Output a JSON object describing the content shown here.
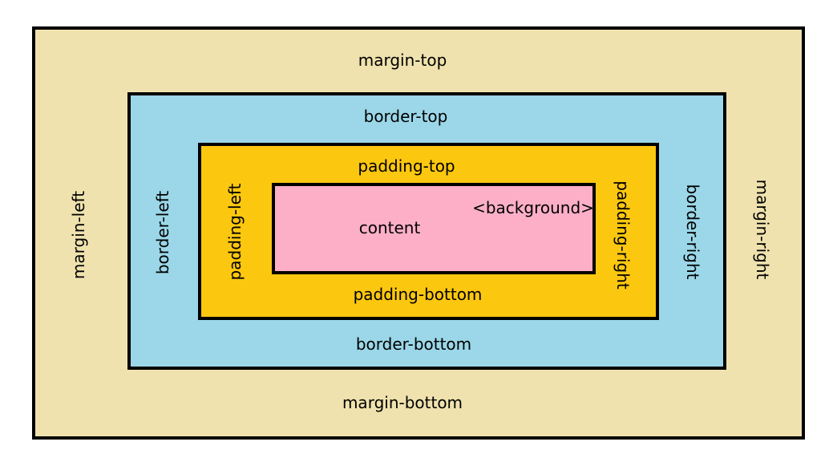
{
  "colors": {
    "margin": "#EFE2AE",
    "border": "#9BD7E8",
    "padding": "#FCC70F",
    "content": "#FDAFC8",
    "outline": "#000000"
  },
  "margin": {
    "top": "margin-top",
    "bottom": "margin-bottom",
    "left": "margin-left",
    "right": "margin-right"
  },
  "border": {
    "top": "border-top",
    "bottom": "border-bottom",
    "left": "border-left",
    "right": "border-right"
  },
  "padding": {
    "top": "padding-top",
    "bottom": "padding-bottom",
    "left": "padding-left",
    "right": "padding-right"
  },
  "content": {
    "label": "content",
    "background_label": "<background>"
  }
}
